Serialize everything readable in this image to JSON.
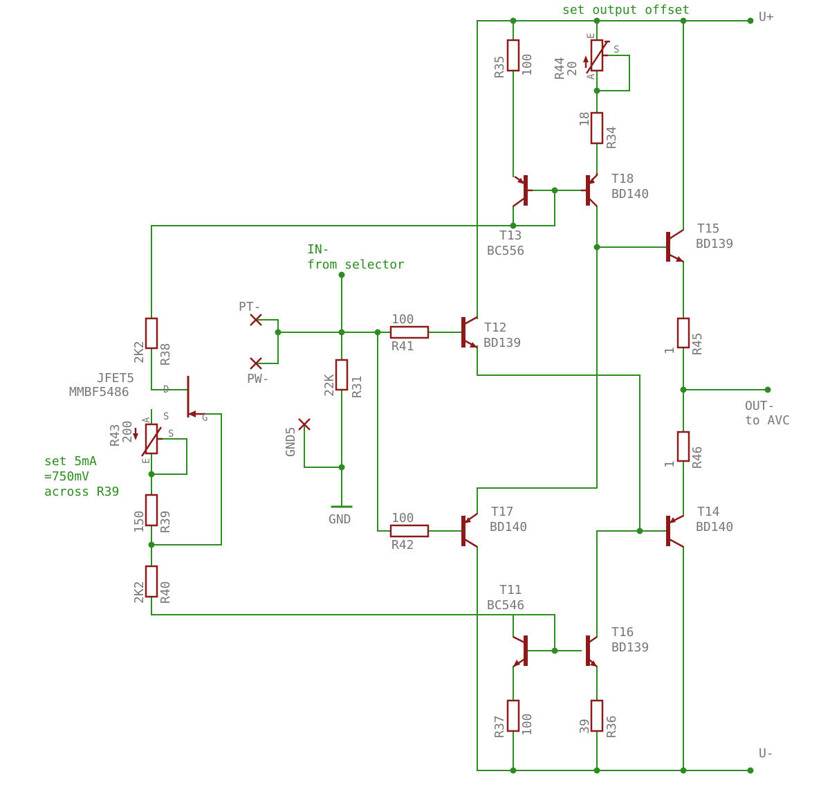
{
  "components": {
    "R35": {
      "ref": "R35",
      "value": "100"
    },
    "R44": {
      "ref": "R44",
      "value": "20",
      "pin_e": "E",
      "pin_s": "S",
      "pin_a": "A"
    },
    "R34": {
      "ref": "R34",
      "value": "18"
    },
    "R38": {
      "ref": "R38",
      "value": "2K2"
    },
    "R43": {
      "ref": "R43",
      "value": "200",
      "pin_a": "A",
      "pin_s": "S",
      "pin_e": "E"
    },
    "R39": {
      "ref": "R39",
      "value": "150"
    },
    "R40": {
      "ref": "R40",
      "value": "2K2"
    },
    "R41": {
      "ref": "R41",
      "value": "100"
    },
    "R42": {
      "ref": "R42",
      "value": "100"
    },
    "R31": {
      "ref": "R31",
      "value": "22K"
    },
    "R45": {
      "ref": "R45",
      "value": "1"
    },
    "R46": {
      "ref": "R46",
      "value": "1"
    },
    "R37": {
      "ref": "R37",
      "value": "100"
    },
    "R36": {
      "ref": "R36",
      "value": "39"
    },
    "T18": {
      "ref": "T18",
      "part": "BD140"
    },
    "T13": {
      "ref": "T13",
      "part": "BC556"
    },
    "T15": {
      "ref": "T15",
      "part": "BD139"
    },
    "T12": {
      "ref": "T12",
      "part": "BD139"
    },
    "T17": {
      "ref": "T17",
      "part": "BD140"
    },
    "T14": {
      "ref": "T14",
      "part": "BD140"
    },
    "T11": {
      "ref": "T11",
      "part": "BC546"
    },
    "T16": {
      "ref": "T16",
      "part": "BD139"
    },
    "JFET5": {
      "ref": "JFET5",
      "part": "MMBF5486",
      "pin_d": "D",
      "pin_s": "S",
      "pin_g": "G"
    }
  },
  "nets": {
    "u_plus": "U+",
    "u_minus": "U-",
    "gnd": "GND",
    "gnd5": "GND5",
    "pt": "PT-",
    "pw": "PW-",
    "out_line1": "OUT-",
    "out_line2": "to AVC"
  },
  "notes": {
    "offset": "set output offset",
    "in_line1": "IN-",
    "in_line2": "from selector",
    "bias_line1": "set 5mA",
    "bias_line2": "=750mV",
    "bias_line3": "across R39"
  },
  "colors": {
    "wire": "#2e8b22",
    "component": "#8b1a1a",
    "label": "#777777"
  }
}
